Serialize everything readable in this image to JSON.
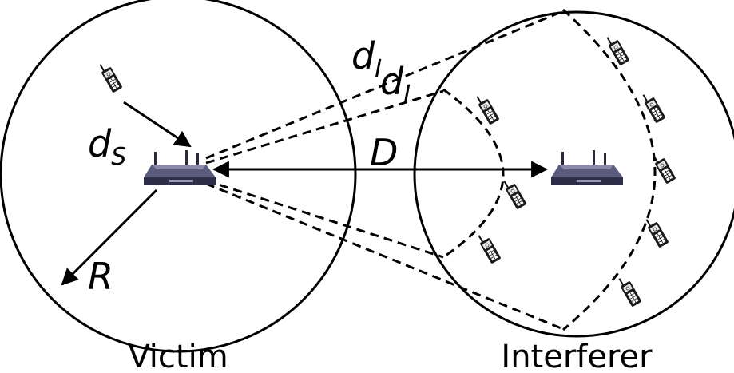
{
  "labels": {
    "dI_outer": "d",
    "dI_outer_sub": "I",
    "dI_inner": "d",
    "dI_inner_sub": "I",
    "ds": "d",
    "ds_sub": "S",
    "D": "D",
    "R": "R",
    "victim": "Victim",
    "interferer": "Interferer"
  },
  "icons": {
    "access_point": "wireless-router-icon",
    "handset": "mobile-phone-icon"
  },
  "colors": {
    "stroke": "#000000",
    "device": "#3a3a5a"
  }
}
